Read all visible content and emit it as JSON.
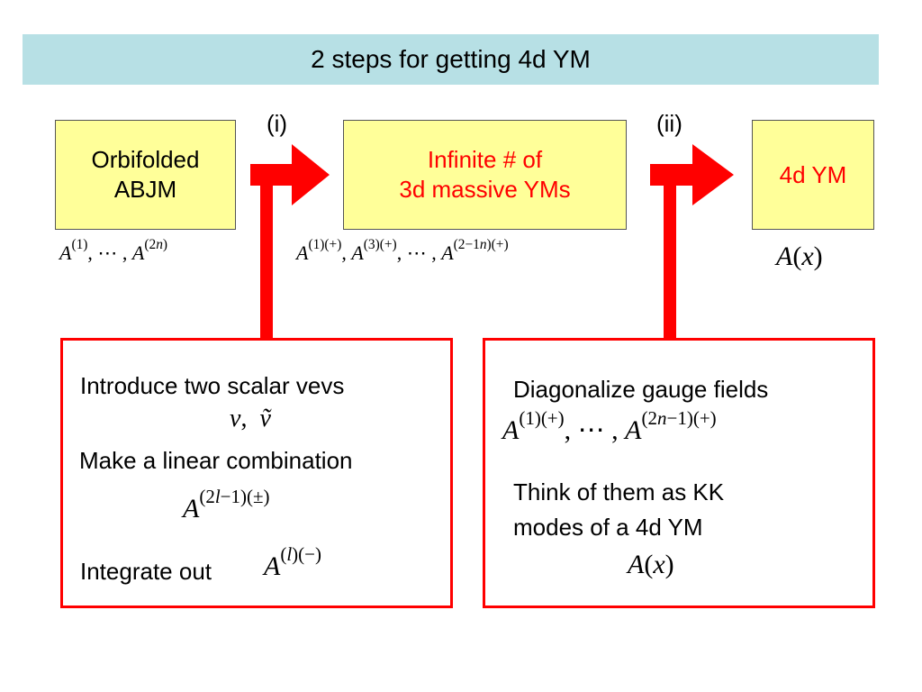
{
  "title": "2 steps for getting 4d YM",
  "boxes": {
    "left": {
      "line1": "Orbifolded",
      "line2": "ABJM"
    },
    "middle": {
      "line1": "Infinite # of",
      "line2": "3d massive YMs"
    },
    "right": {
      "line1": "4d YM"
    }
  },
  "steps": {
    "first": "(i)",
    "second": "(ii)"
  },
  "panels": {
    "left": {
      "line1": "Introduce two scalar vevs",
      "line2": "Make a linear combination",
      "line3": "Integrate out"
    },
    "right": {
      "line1": "Diagonalize gauge fields",
      "line2": "Think of them as KK",
      "line3": "modes of a 4d YM"
    }
  },
  "colors": {
    "accent": "#ff0000",
    "title_bg": "#b7e0e5",
    "box_fill": "#ffff99"
  }
}
